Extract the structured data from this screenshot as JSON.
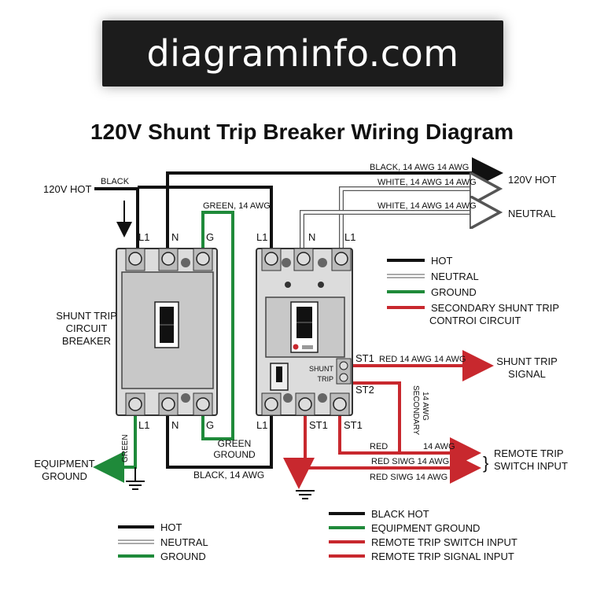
{
  "banner": {
    "text": "diagraminfo.com"
  },
  "title": "120V Shunt Trip Breaker Wiring Diagram",
  "colors": {
    "hot": "#111111",
    "neutral": "#ffffff",
    "ground": "#1f8a3a",
    "red": "#c8282e",
    "panel": "#dcdcdc",
    "panel_dark": "#c8c8c8"
  },
  "labels": {
    "hot_in": "120V HOT",
    "black_top": "BLACK",
    "green_top": "GREEN, 14 AWG",
    "out_black": "BLACK, 14 AWG 14 AWG",
    "out_white1": "WHITE, 14 AWG 14 AWG",
    "out_white2": "WHITE, 14 AWG 14 AWG",
    "out_hot": "120V HOT",
    "out_neutral": "NEUTRAL",
    "b1_L1": "L1",
    "b1_N": "N",
    "b1_G": "G",
    "b2_L1": "L1",
    "b2_N": "N",
    "b2_L1b": "L1",
    "b1_name": [
      "SHUNT TRIP",
      "CIRCUIT",
      "BREAKER"
    ],
    "b1_bot_L1": "L1",
    "b1_bot_N": "N",
    "b1_bot_G": "G",
    "b2_bot_L1": "L1",
    "b2_bot_ST1": "ST1",
    "b2_bot_ST1b": "ST1",
    "st1": "ST1",
    "st2": "ST2",
    "shunt_trip": [
      "SHUNT",
      "TRIP"
    ],
    "st1_wire": "RED 14 AWG 14 AWG",
    "shunt_signal": [
      "SHUNT TRIP",
      "SIGNAL"
    ],
    "secondary": [
      "SECONDARY",
      "14 AWG"
    ],
    "green_left": "GREEN",
    "equip_ground": [
      "EQUIPMENT",
      "GROUND"
    ],
    "green_ground": [
      "GREEN",
      "GROUND"
    ],
    "black_bottom": "BLACK, 14 AWG",
    "red_a": "RED",
    "red_a2": "14 AWG",
    "red_b": "RED SIWG 14 AWG",
    "red_c": "RED SIWG 14 AWG",
    "remote_trip": [
      "REMOTE TRIP",
      "SWITCH INPUT"
    ]
  },
  "legend_right": [
    "HOT",
    "NEUTRAL",
    "GROUND",
    "SECONDARY SHUNT TRIP",
    "CONTROI CIRCUIT"
  ],
  "legend_bottom_left": [
    "HOT",
    "NEUTRAL",
    "GROUND"
  ],
  "legend_bottom_right": [
    "BLACK HOT",
    "EQUIPMENT GROUND",
    "REMOTE TRIP SWITCH INPUT",
    "REMOTE TRIP SIGNAL INPUT"
  ]
}
